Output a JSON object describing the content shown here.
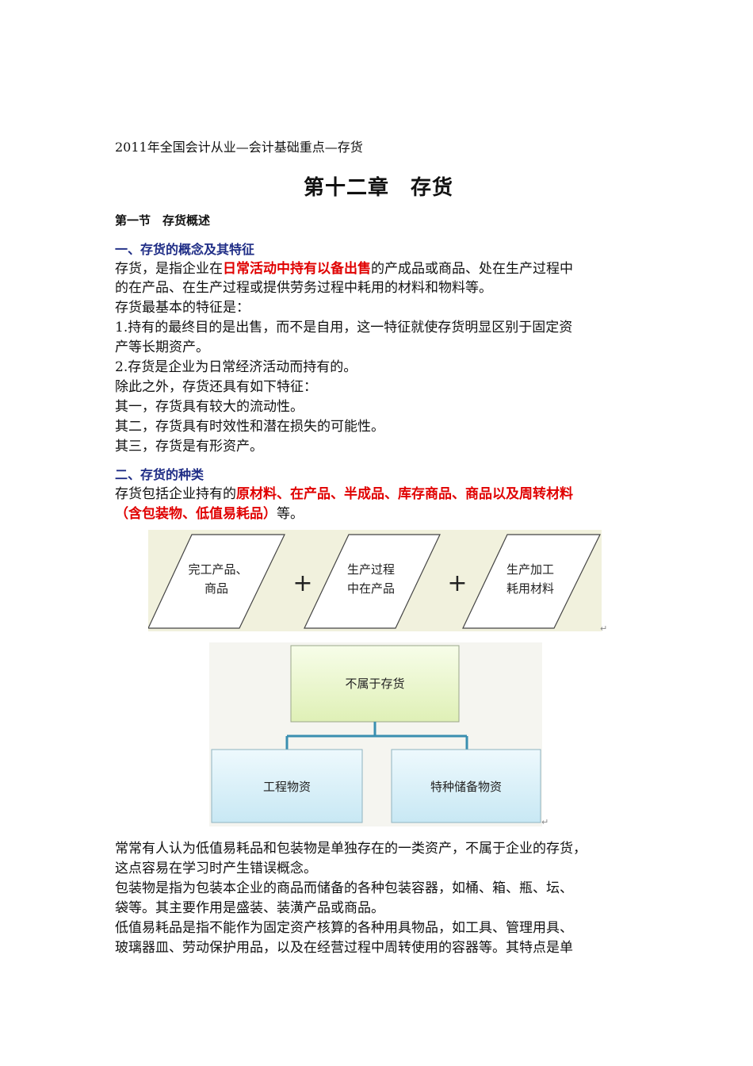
{
  "header": "2011年全国会计从业—会计基础重点—存货",
  "chapter_title": "第十二章　存货",
  "section_title": "第一节　存货概述",
  "sub1": "一、存货的概念及其特征",
  "def": {
    "p1_a": "存货，是指企业在",
    "p1_red": "日常活动中持有以备出售",
    "p1_b": "的产成品或商品、处在生产过程中",
    "p1_c": "的在产品、在生产过程或提供劳务过程中耗用的材料和物料等。"
  },
  "body1": [
    "存货最基本的特征是：",
    "1.持有的最终目的是出售，而不是自用，这一特征就使存货明显区别于固定资",
    "产等长期资产。",
    "2.存货是企业为日常经济活动而持有的。",
    "除此之外，存货还具有如下特征：",
    "其一，存货具有较大的流动性。",
    "其二，存货具有时效性和潜在损失的可能性。",
    "其三，存货是有形资产。"
  ],
  "sub2": "二、存货的种类",
  "types": {
    "a": "存货包括企业持有的",
    "red1": "原材料、在产品、半成品、库存商品、商品以及周转材料",
    "red2": "（含包装物、低值易耗品）",
    "b": "等。"
  },
  "diagram1": {
    "boxes": [
      {
        "line1": "完工产品、",
        "line2": "商品"
      },
      {
        "line1": "生产过程",
        "line2": "中在产品"
      },
      {
        "line1": "生产加工",
        "line2": "耗用材料"
      }
    ],
    "plus": "+",
    "colors": {
      "bg": "#f1f1dd",
      "box_fill": "#ffffff",
      "stroke": "#444444"
    }
  },
  "diagram2": {
    "top": "不属于存货",
    "left": "工程物资",
    "right": "特种储备物资",
    "colors": {
      "top_fill": "#e6f5c6",
      "bottom_fill": "#d2ecf6",
      "connector": "#3a8fb0"
    }
  },
  "body2": [
    "常常有人认为低值易耗品和包装物是单独存在的一类资产，不属于企业的存货，",
    "这点容易在学习时产生错误概念。",
    "包装物是指为包装本企业的商品而储备的各种包装容器，如桶、箱、瓶、坛、",
    "袋等。其主要作用是盛装、装潢产品或商品。",
    "低值易耗品是指不能作为固定资产核算的各种用具物品，如工具、管理用具、",
    "玻璃器皿、劳动保护用品，以及在经营过程中周转使用的容器等。其特点是单"
  ]
}
